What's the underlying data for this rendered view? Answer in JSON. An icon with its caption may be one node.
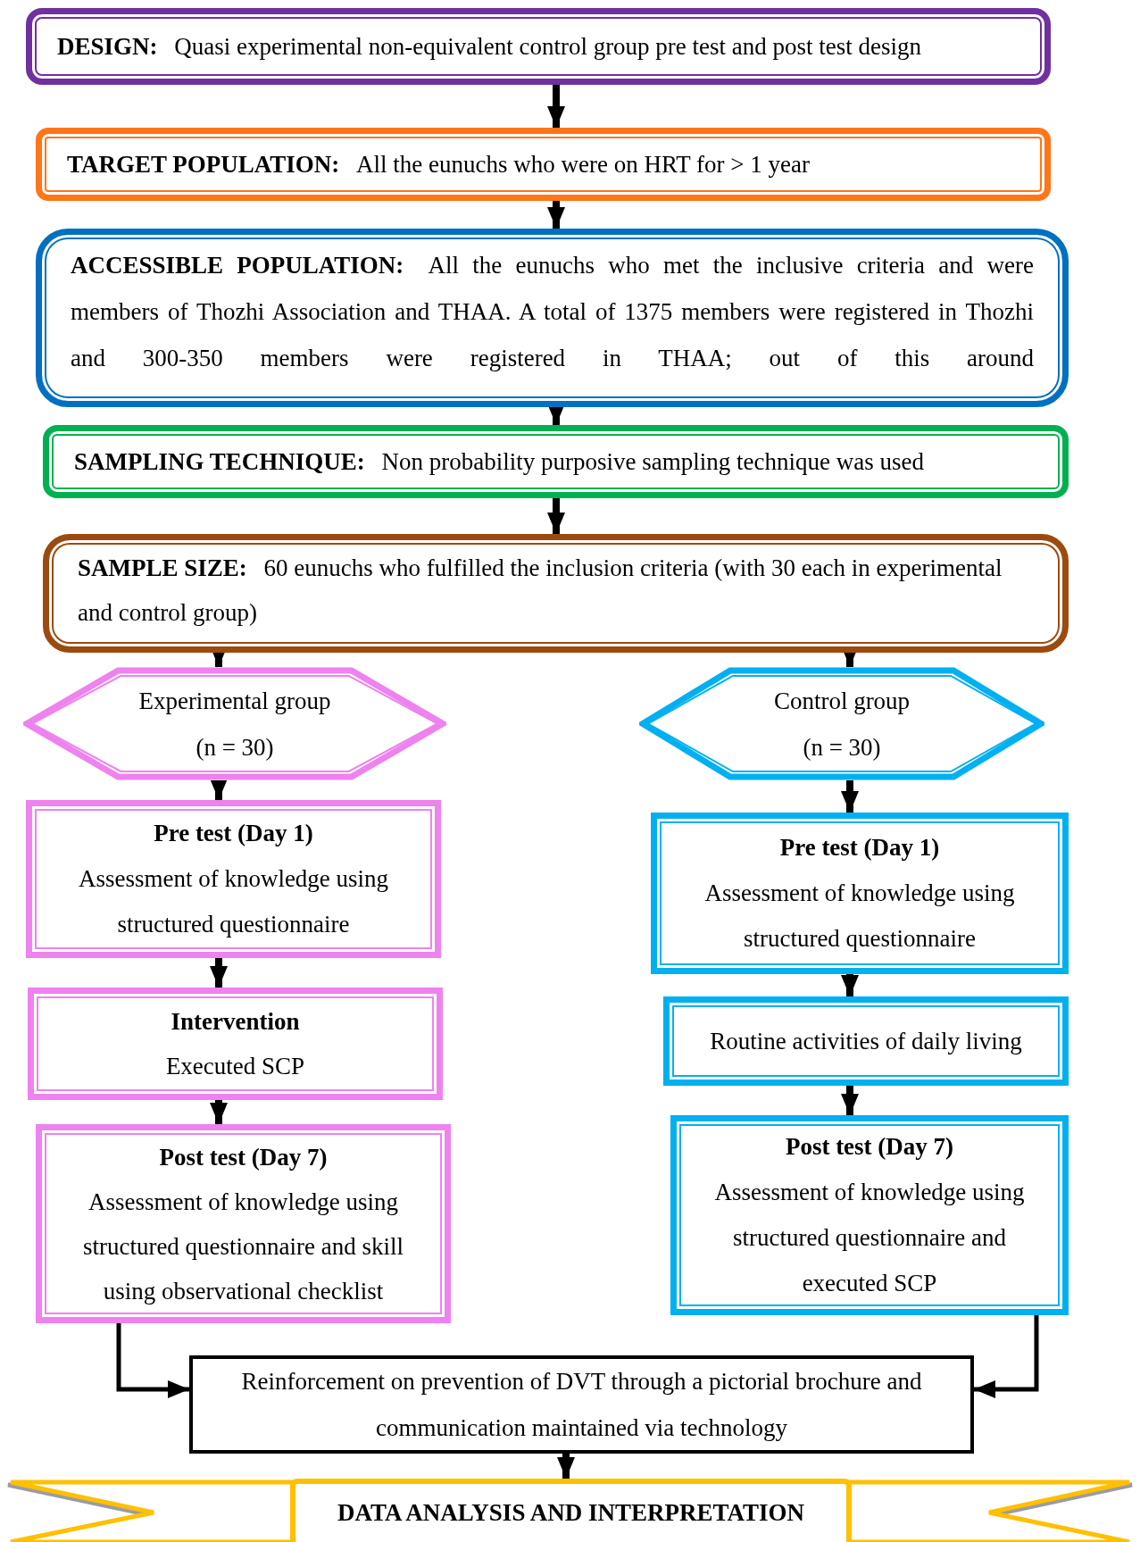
{
  "diagram": {
    "nodes": [
      {
        "text": [
          "DESIGN:",
          "Quasi experimental non-equivalent control group pre test and post test design"
        ]
      },
      {
        "text": [
          "TARGET POPULATION:",
          "All the eunuchs who were on HRT for > 1 year"
        ]
      },
      {
        "text": [
          "ACCESSIBLE POPULATION:",
          "All the eunuchs who met the inclusive criteria and were members of Thozhi Association and THAA. A total of 1375 members were registered in Thozhi and 300-350 members were registered in THAA; out of this around"
        ]
      },
      {
        "text": [
          "SAMPLING TECHNIQUE:",
          "Non probability purposive sampling technique was used"
        ]
      },
      {
        "text": [
          "SAMPLE SIZE:",
          "60 eunuchs who fulfilled the inclusion criteria (with 30 each in experimental and control group)"
        ]
      },
      {
        "text": [
          "Experimental group",
          "(n = 30)"
        ]
      },
      {
        "text": [
          "Control group",
          "(n = 30)"
        ]
      },
      {
        "text": [
          "Pre test (Day 1)",
          "Assessment of knowledge using structured questionnaire"
        ]
      },
      {
        "text": [
          "Intervention",
          "Executed SCP"
        ]
      },
      {
        "text": [
          "Post test (Day 7)",
          "Assessment of knowledge using structured questionnaire and skill using observational checklist"
        ]
      },
      {
        "text": [
          "Pre test (Day 1)",
          "Assessment of knowledge using structured questionnaire"
        ]
      },
      {
        "text": [
          "Routine activities of daily living"
        ]
      },
      {
        "text": [
          "Post test (Day 7)",
          "Assessment of knowledge using structured questionnaire and executed SCP"
        ]
      },
      {
        "text": [
          "Reinforcement on prevention of DVT through a pictorial brochure and communication maintained via technology"
        ]
      },
      {
        "text": [
          "DATA ANALYSIS AND INTERPRETATION"
        ]
      }
    ],
    "edges": [
      {
        "from": 0,
        "to": 1,
        "arrow": "to"
      },
      {
        "from": 1,
        "to": 2,
        "arrow": "to"
      },
      {
        "from": 2,
        "to": 3,
        "arrow": "to"
      },
      {
        "from": 3,
        "to": 4,
        "arrow": "to"
      },
      {
        "from": 4,
        "to": 5,
        "arrow": "to"
      },
      {
        "from": 4,
        "to": 6,
        "arrow": "to"
      },
      {
        "from": 5,
        "to": 7,
        "arrow": "to"
      },
      {
        "from": 7,
        "to": 8,
        "arrow": "to"
      },
      {
        "from": 8,
        "to": 9,
        "arrow": "to"
      },
      {
        "from": 6,
        "to": 10,
        "arrow": "to"
      },
      {
        "from": 10,
        "to": 11,
        "arrow": "to"
      },
      {
        "from": 11,
        "to": 12,
        "arrow": "to"
      },
      {
        "from": 9,
        "to": 13,
        "arrow": "to"
      },
      {
        "from": 12,
        "to": 13,
        "arrow": "to"
      },
      {
        "from": 13,
        "to": 14,
        "arrow": "to"
      }
    ]
  }
}
